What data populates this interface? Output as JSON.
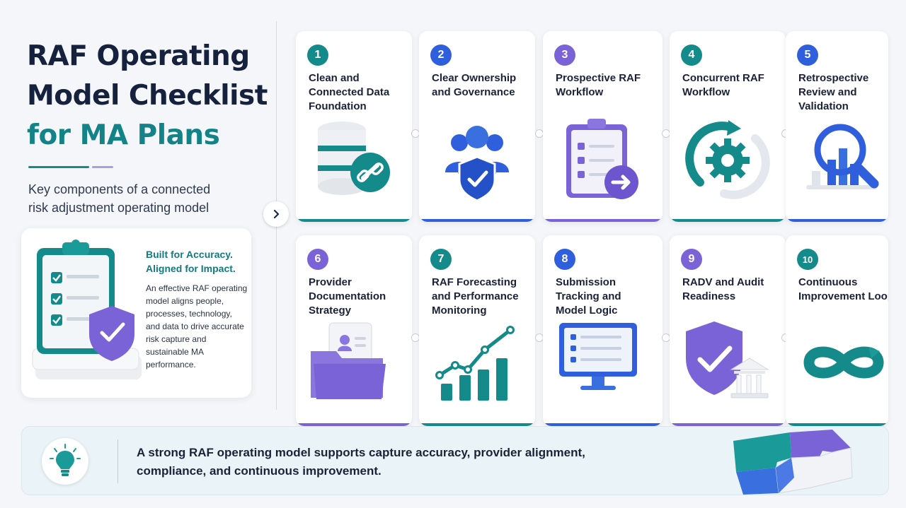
{
  "title": {
    "line1": "RAF Operating",
    "line2": "Model Checklist",
    "line3": "for MA Plans"
  },
  "subtitle": {
    "line1": "Key components of a connected",
    "line2": "risk adjustment operating model"
  },
  "info_card": {
    "heading_line1": "Built for Accuracy.",
    "heading_line2": "Aligned for Impact.",
    "body": "An effective RAF operating model aligns people, processes, technology, and data to drive accurate risk capture and sustainable MA performance."
  },
  "steps": [
    {
      "number": "1",
      "title": "Clean and Connected Data Foundation",
      "icon": "database-link-icon",
      "color": "#148a8a"
    },
    {
      "number": "2",
      "title": "Clear Ownership and Governance",
      "icon": "team-shield-icon",
      "color": "#2f5fdc"
    },
    {
      "number": "3",
      "title": "Prospective RAF Workflow",
      "icon": "clipboard-arrow-icon",
      "color": "#7a63d6"
    },
    {
      "number": "4",
      "title": "Concurrent RAF Workflow",
      "icon": "gear-cycle-icon",
      "color": "#148a8a"
    },
    {
      "number": "5",
      "title": "Retrospective Review and Validation",
      "icon": "magnifier-chart-icon",
      "color": "#2f5fdc"
    },
    {
      "number": "6",
      "title": "Provider Documentation Strategy",
      "icon": "folder-profile-icon",
      "color": "#7a63d6"
    },
    {
      "number": "7",
      "title": "RAF Forecasting and Performance Monitoring",
      "icon": "growth-chart-icon",
      "color": "#148a8a"
    },
    {
      "number": "8",
      "title": "Submission Tracking and Model Logic",
      "icon": "monitor-checklist-icon",
      "color": "#2f5fdc"
    },
    {
      "number": "9",
      "title": "RADV and Audit Readiness",
      "icon": "shield-building-icon",
      "color": "#7a63d6"
    },
    {
      "number": "10",
      "title": "Continuous Improvement Loop",
      "icon": "infinity-loop-icon",
      "color": "#148a8a"
    }
  ],
  "banner": {
    "text": "A strong RAF operating model supports capture accuracy, provider alignment, compliance, and continuous improvement."
  },
  "colors": {
    "teal": "#148a8a",
    "blue": "#2f5fdc",
    "purple": "#7a63d6",
    "navy": "#16213d"
  }
}
